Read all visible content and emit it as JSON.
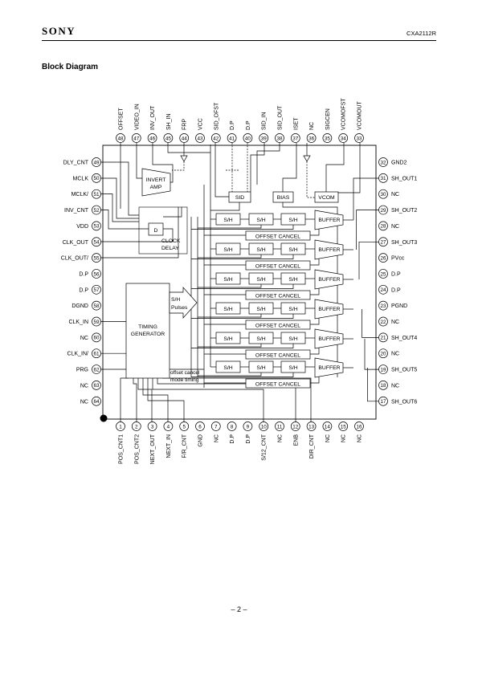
{
  "header": {
    "brand": "SONY",
    "part_number": "CXA2112R"
  },
  "section_title": "Block Diagram",
  "page_number": "– 2 –",
  "pins_top": [
    {
      "num": "48",
      "name": "OFFSET"
    },
    {
      "num": "47",
      "name": "VIDEO_IN"
    },
    {
      "num": "46",
      "name": "INV_OUT"
    },
    {
      "num": "45",
      "name": "SH_IN"
    },
    {
      "num": "44",
      "name": "FRP"
    },
    {
      "num": "43",
      "name": "VCC"
    },
    {
      "num": "42",
      "name": "SID_OFST"
    },
    {
      "num": "41",
      "name": "D.P"
    },
    {
      "num": "40",
      "name": "D.P"
    },
    {
      "num": "39",
      "name": "SID_IN"
    },
    {
      "num": "38",
      "name": "SID_OUT"
    },
    {
      "num": "37",
      "name": "ISET"
    },
    {
      "num": "36",
      "name": "NC"
    },
    {
      "num": "35",
      "name": "SIGCEN"
    },
    {
      "num": "34",
      "name": "VCOMOFST"
    },
    {
      "num": "33",
      "name": "VCOMOUT"
    }
  ],
  "pins_left": [
    {
      "num": "49",
      "name": "DLY_CNT"
    },
    {
      "num": "50",
      "name": "MCLK"
    },
    {
      "num": "51",
      "name": "MCLK/"
    },
    {
      "num": "52",
      "name": "INV_CNT"
    },
    {
      "num": "53",
      "name": "VDD"
    },
    {
      "num": "54",
      "name": "CLK_OUT"
    },
    {
      "num": "55",
      "name": "CLK_OUT/"
    },
    {
      "num": "56",
      "name": "D.P"
    },
    {
      "num": "57",
      "name": "D.P"
    },
    {
      "num": "58",
      "name": "DGND"
    },
    {
      "num": "59",
      "name": "CLK_IN"
    },
    {
      "num": "60",
      "name": "NC"
    },
    {
      "num": "61",
      "name": "CLK_IN/"
    },
    {
      "num": "62",
      "name": "PRG"
    },
    {
      "num": "63",
      "name": "NC"
    },
    {
      "num": "64",
      "name": "NC"
    }
  ],
  "pins_right": [
    {
      "num": "32",
      "name": "GND2"
    },
    {
      "num": "31",
      "name": "SH_OUT1"
    },
    {
      "num": "30",
      "name": "NC"
    },
    {
      "num": "29",
      "name": "SH_OUT2"
    },
    {
      "num": "28",
      "name": "NC"
    },
    {
      "num": "27",
      "name": "SH_OUT3"
    },
    {
      "num": "26",
      "name": "PVcc"
    },
    {
      "num": "25",
      "name": "D.P"
    },
    {
      "num": "24",
      "name": "D.P"
    },
    {
      "num": "23",
      "name": "PGND"
    },
    {
      "num": "22",
      "name": "NC"
    },
    {
      "num": "21",
      "name": "SH_OUT4"
    },
    {
      "num": "20",
      "name": "NC"
    },
    {
      "num": "19",
      "name": "SH_OUT5"
    },
    {
      "num": "18",
      "name": "NC"
    },
    {
      "num": "17",
      "name": "SH_OUT6"
    }
  ],
  "pins_bottom": [
    {
      "num": "1",
      "name": "POS_CNT1"
    },
    {
      "num": "2",
      "name": "POS_CNT2"
    },
    {
      "num": "3",
      "name": "NEXT_OUT"
    },
    {
      "num": "4",
      "name": "NEXT_IN"
    },
    {
      "num": "5",
      "name": "F/R_CNT"
    },
    {
      "num": "6",
      "name": "GND"
    },
    {
      "num": "7",
      "name": "NC"
    },
    {
      "num": "8",
      "name": "D.P"
    },
    {
      "num": "9",
      "name": "D.P"
    },
    {
      "num": "10",
      "name": "S/12_CNT"
    },
    {
      "num": "11",
      "name": "NC"
    },
    {
      "num": "12",
      "name": "ENB"
    },
    {
      "num": "13",
      "name": "DIR_CNT"
    },
    {
      "num": "14",
      "name": "NC"
    },
    {
      "num": "15",
      "name": "NC"
    },
    {
      "num": "16",
      "name": "NC"
    }
  ],
  "blocks": {
    "invert_amp": [
      "INVERT",
      "AMP"
    ],
    "clock_delay": [
      "CLOCK",
      "DELAY"
    ],
    "delay_element": "D",
    "timing_generator": [
      "TIMING",
      "GENERATOR"
    ],
    "sh_pulses": [
      "S/H",
      "Pulses"
    ],
    "offset_cancel_timing": [
      "offset cancel",
      "mode timing"
    ],
    "sid": "SID",
    "bias": "BIAS",
    "vcom": "VCOM",
    "sample_hold": "S/H",
    "buffer": "BUFFER",
    "offset_cancel": "OFFSET CANCEL",
    "channel_count": 6
  }
}
